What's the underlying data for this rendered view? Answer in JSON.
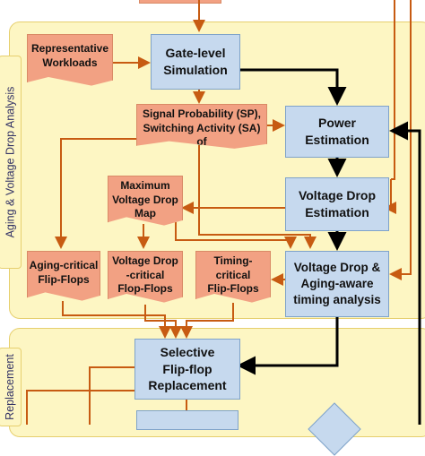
{
  "sections": {
    "aging_label": "Aging & Voltage Drop Analysis",
    "replacement_label": "Replacement"
  },
  "boxes": {
    "gate_sim": "Gate-level\nSimulation",
    "power_est": "Power\nEstimation",
    "vdrop_est": "Voltage Drop\nEstimation",
    "timing": "Voltage Drop &\nAging-aware\ntiming analysis",
    "selective": "Selective\nFlip-flop\nReplacement"
  },
  "docs": {
    "workloads": "Representative\nWorkloads",
    "sp_sa": "Signal Probability (SP),\nSwitching Activity (SA) of\nall nets",
    "vdrop_map": "Maximum\nVoltage Drop\nMap",
    "aging_ff": "Aging-critical\nFlip-Flops",
    "vdrop_ff": "Voltage Drop\n-critical\nFlop-Flops",
    "timing_ff": "Timing-\ncritical\nFlip-Flops"
  },
  "colors": {
    "process_fill": "#c6d9ee",
    "document_fill": "#f2a183",
    "panel_fill": "#fdf6c3",
    "arrow_orange": "#c75b12",
    "arrow_black": "#000000"
  }
}
